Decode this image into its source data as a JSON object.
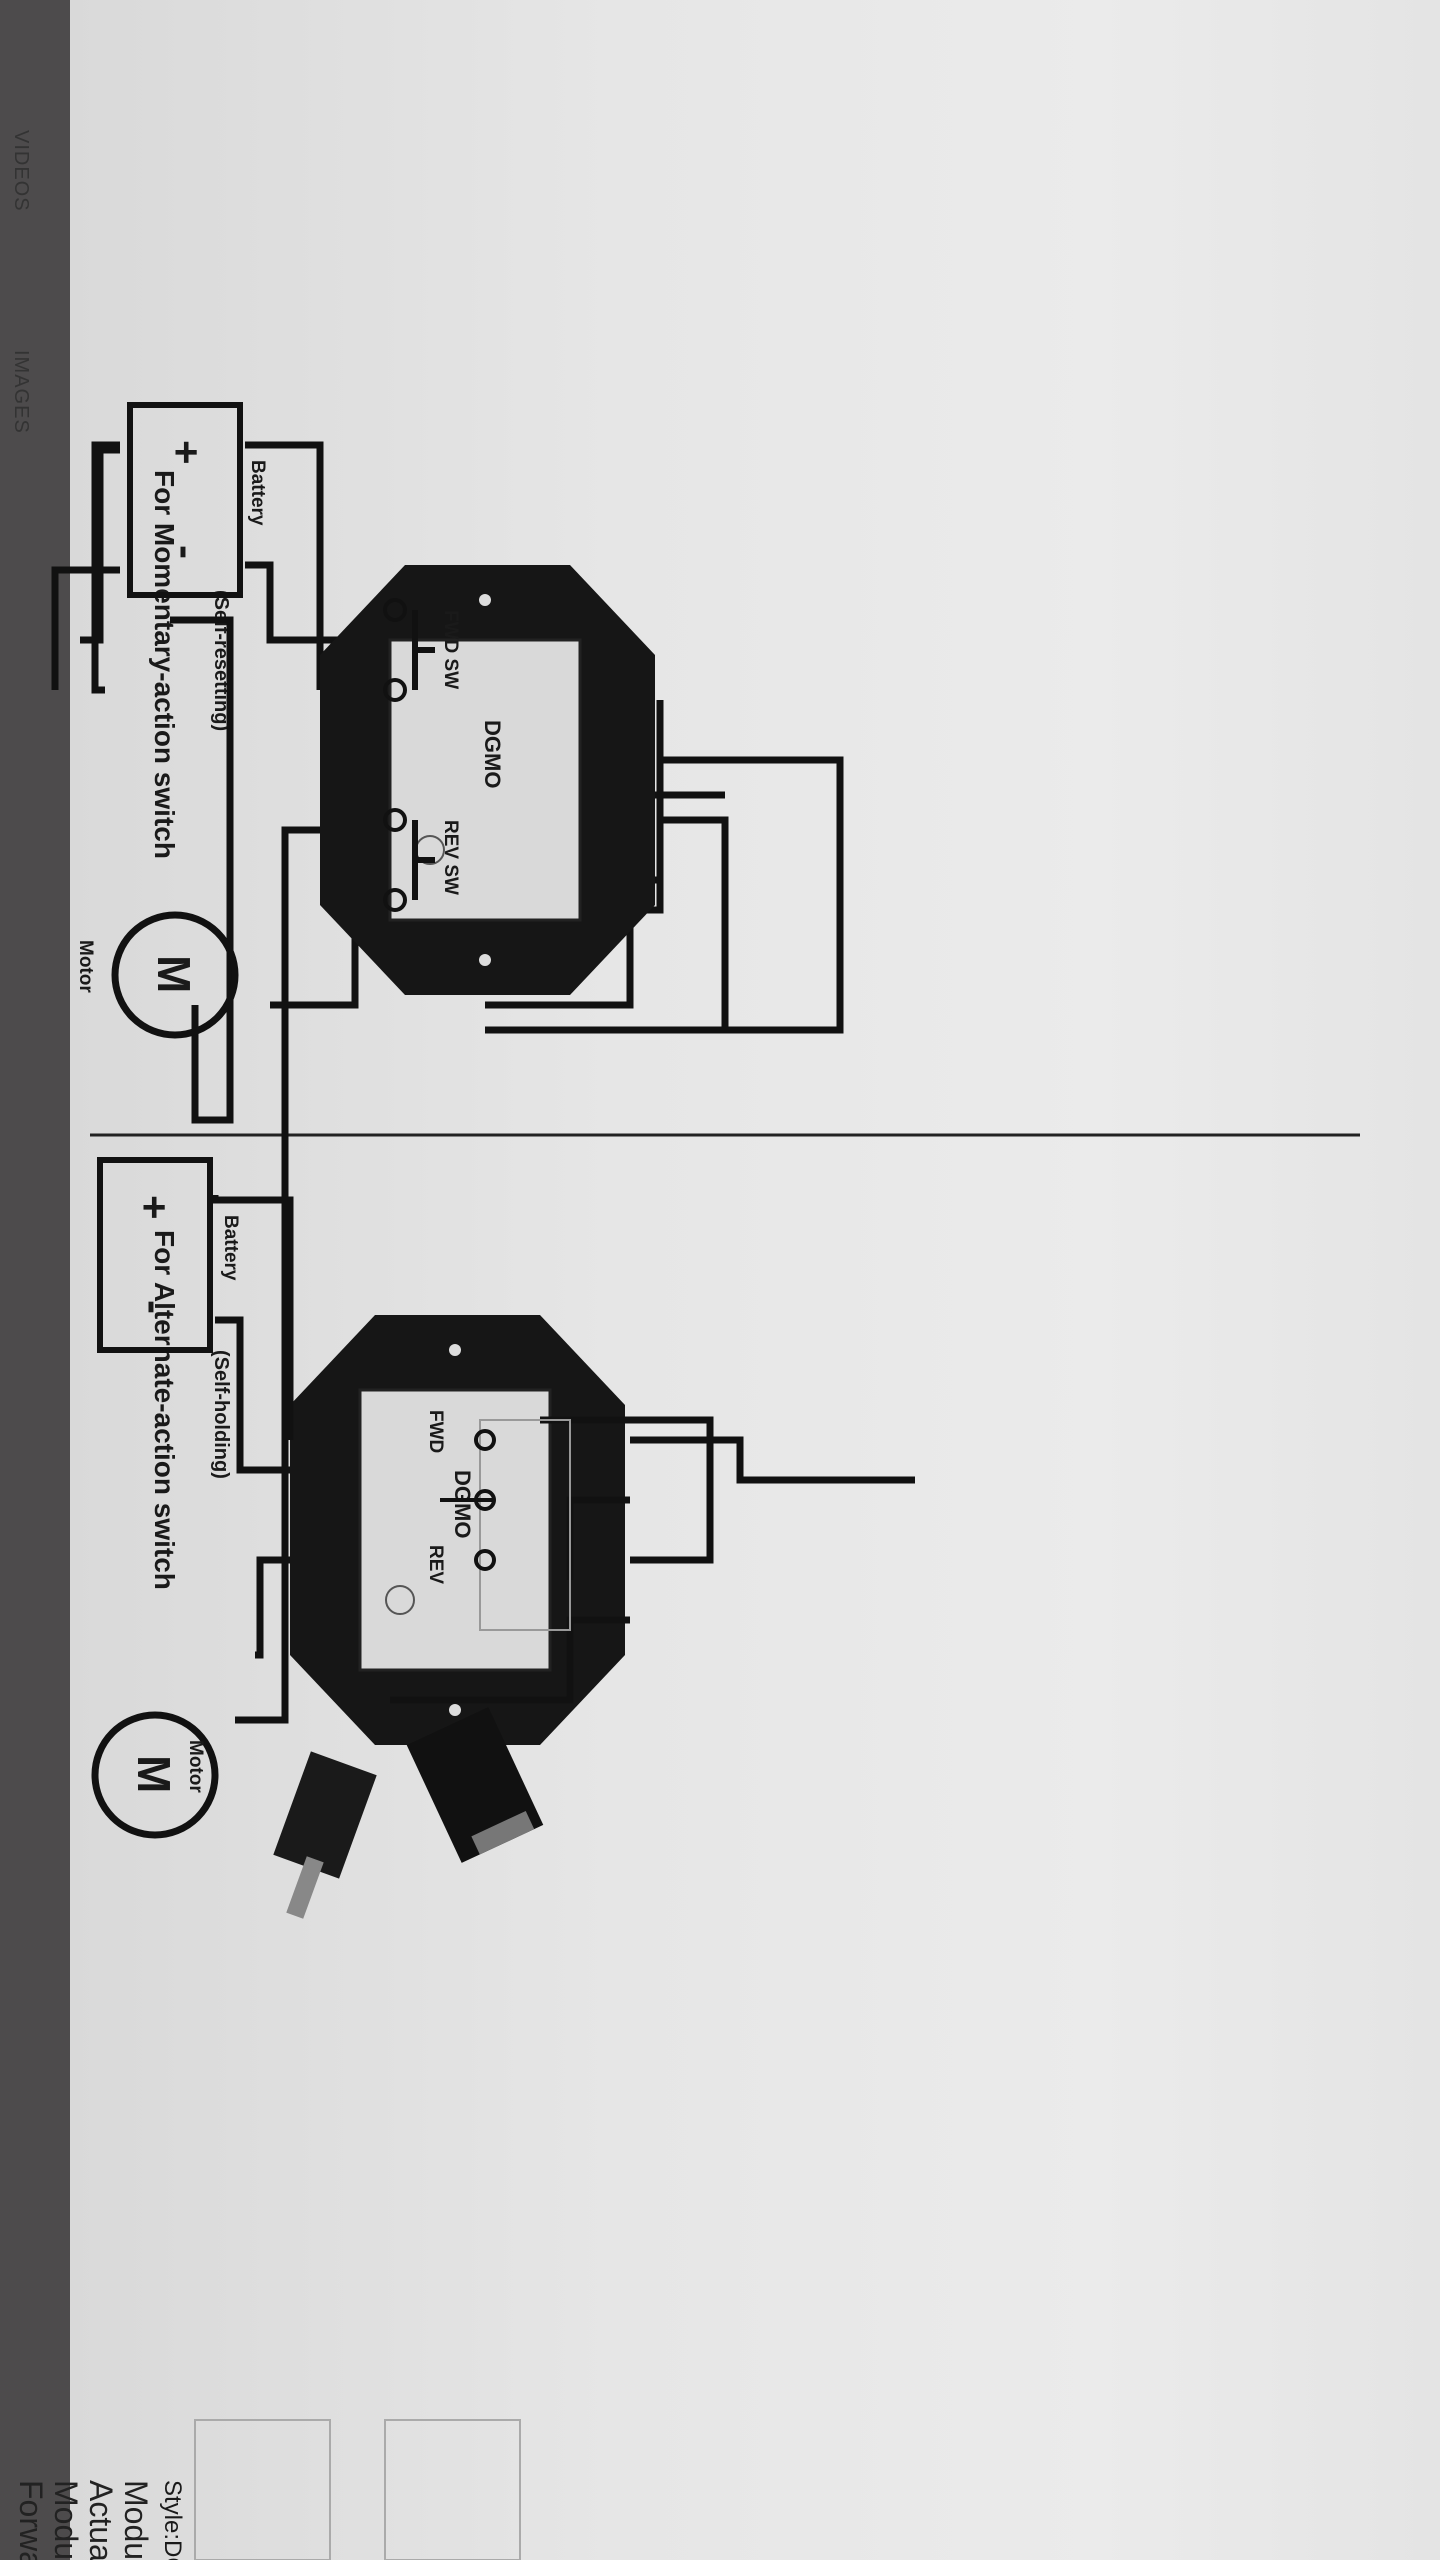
{
  "tabs": {
    "videos": "VIDEOS",
    "images": "IMAGES"
  },
  "left": {
    "title": "For Momentary-action switch",
    "subtitle": "(Self-resetting)",
    "fwd_label": "FWD SW",
    "rev_label": "REV SW",
    "battery": "Battery",
    "motor": "Motor",
    "motor_letter": "M",
    "plus": "+",
    "minus": "-"
  },
  "right": {
    "title": "For Alternate-action switch",
    "subtitle": "(Self-holding)",
    "fwd_label": "FWD",
    "rev_label": "REV",
    "battery": "Battery",
    "motor": "Motor",
    "motor_letter": "M",
    "plus": "+",
    "minus": "-"
  },
  "module": {
    "brand": "DGMO"
  },
  "side_text": [
    "Forwa",
    "Modul",
    "Actuat",
    "Modul"
  ],
  "side_style": "Style:DC"
}
